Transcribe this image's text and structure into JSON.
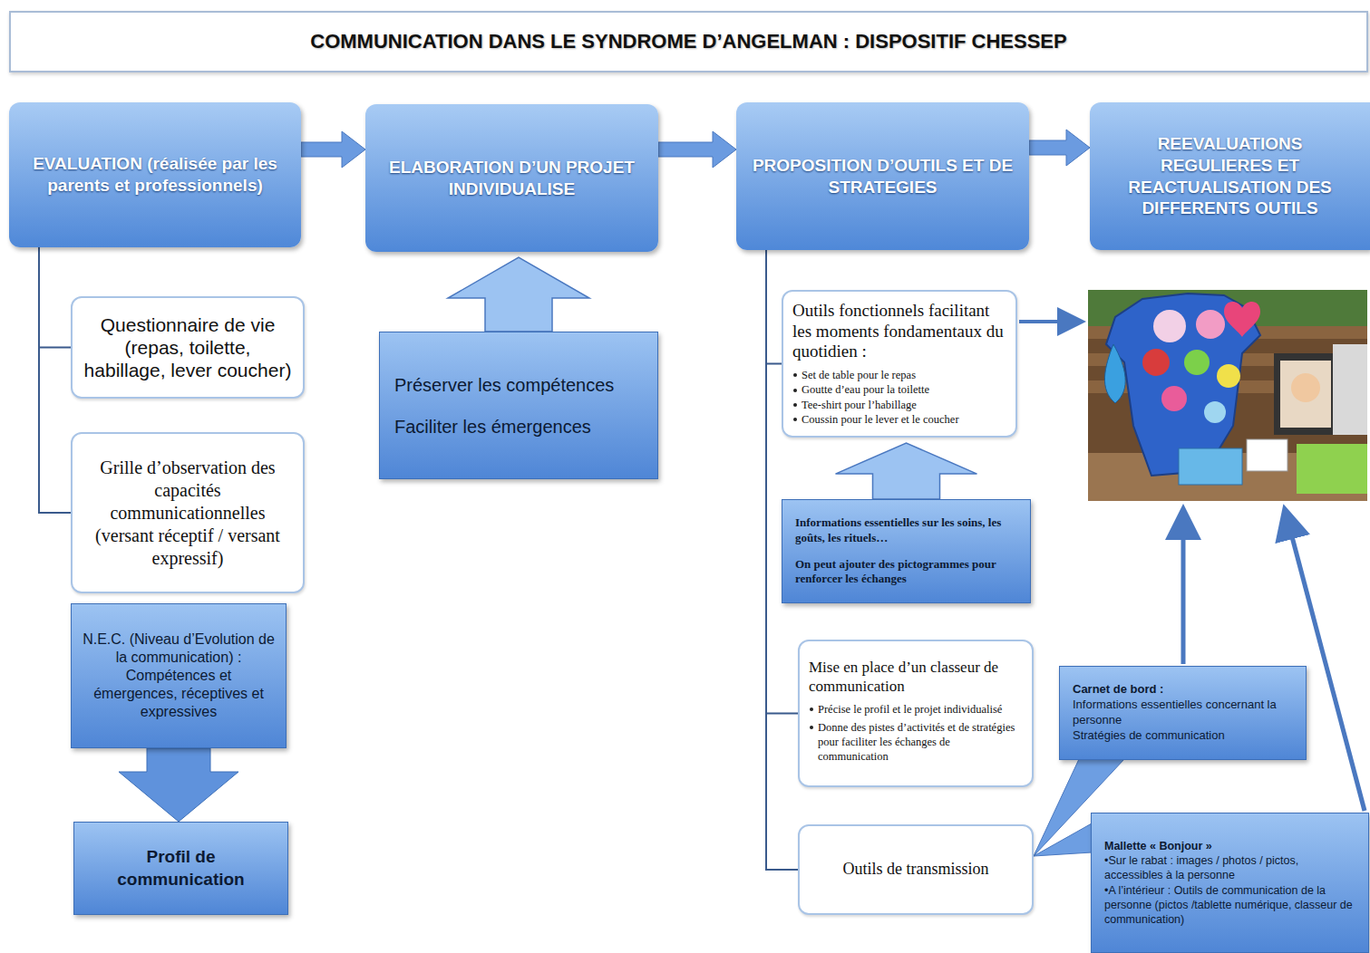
{
  "diagram": {
    "title": "COMMUNICATION DANS LE SYNDROME D’ANGELMAN : DISPOSITIF CHESSEP",
    "nodes": [
      {
        "text": [
          "EVALUATION (réalisée par les parents et professionnels)"
        ]
      },
      {
        "text": [
          "ELABORATION D’UN PROJET INDIVIDUALISE"
        ]
      },
      {
        "text": [
          "PROPOSITION D’OUTILS ET DE STRATEGIES"
        ]
      },
      {
        "text": [
          "REEVALUATIONS REGULIERES ET REACTUALISATION DES DIFFERENTS OUTILS"
        ]
      },
      {
        "text": [
          "Questionnaire de vie (repas, toilette, habillage, lever coucher)"
        ]
      },
      {
        "text": [
          "Grille d’observation des capacités communicationnelles (versant réceptif / versant expressif)"
        ]
      },
      {
        "text": [
          "N.E.C. (Niveau d’Evolution de la communication) : Compétences et émergences, réceptives et expressives"
        ]
      },
      {
        "text": [
          "Profil de communication"
        ]
      },
      {
        "text": [
          "Préserver les compétences",
          "Faciliter les émergences"
        ]
      },
      {
        "text": [
          "Outils fonctionnels facilitant les moments fondamentaux du quotidien :",
          "Set de table pour le repas",
          "Goutte d’eau pour la toilette",
          "Tee-shirt pour l’habillage",
          "Coussin pour le lever et le coucher"
        ]
      },
      {
        "text": [
          "Informations essentielles sur les soins, les goûts, les rituels…",
          "On peut ajouter des pictogrammes pour renforcer les échanges"
        ]
      },
      {
        "text": [
          "Mise en place d’un classeur de communication",
          "Précise le profil et le projet individualisé",
          "Donne des pistes d’activités et de stratégies pour faciliter les échanges de communication"
        ]
      },
      {
        "text": [
          "Outils de transmission"
        ]
      },
      {
        "text": [
          "Carnet de bord :",
          "Informations essentielles concernant la personne",
          "Stratégies de communication"
        ]
      },
      {
        "text": [
          "Mallette « Bonjour »",
          "•Sur le rabat : images / photos / pictos, accessibles à la personne",
          "•A l’intérieur : Outils de communication de la personne (pictos /tablette numérique, classeur de communication)"
        ]
      }
    ],
    "edges": [
      {
        "from": 0,
        "to": 1,
        "arrow": "to"
      },
      {
        "from": 1,
        "to": 2,
        "arrow": "to"
      },
      {
        "from": 2,
        "to": 3,
        "arrow": "to"
      },
      {
        "from": 0,
        "to": 4,
        "arrow": "none"
      },
      {
        "from": 0,
        "to": 5,
        "arrow": "none"
      },
      {
        "from": 6,
        "to": 7,
        "arrow": "to"
      },
      {
        "from": 8,
        "to": 1,
        "arrow": "to"
      },
      {
        "from": 2,
        "to": 9,
        "arrow": "none"
      },
      {
        "from": 2,
        "to": 11,
        "arrow": "none"
      },
      {
        "from": 2,
        "to": 12,
        "arrow": "none"
      },
      {
        "from": 10,
        "to": 9,
        "arrow": "to"
      },
      {
        "from": 12,
        "to": 13,
        "arrow": "none"
      },
      {
        "from": 12,
        "to": 14,
        "arrow": "none"
      }
    ]
  }
}
